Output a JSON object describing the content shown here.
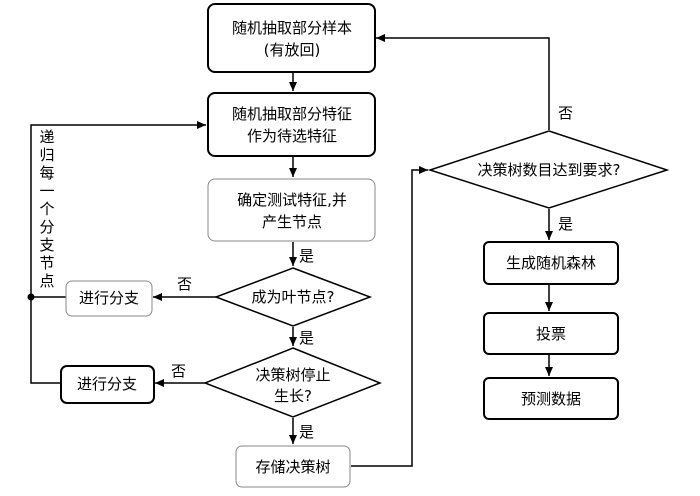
{
  "nodes": {
    "sample_line1": "随机抽取部分样本",
    "sample_line2": "(有放回)",
    "feature_line1": "随机抽取部分特征",
    "feature_line2": "作为待选特征",
    "test_line1": "确定测试特征,并",
    "test_line2": "产生节点",
    "leaf_decision": "成为叶节点?",
    "branch1": "进行分支",
    "stop_line1": "决策树停止",
    "stop_line2": "生长?",
    "branch2": "进行分支",
    "store": "存储决策树",
    "count_decision": "决策树数目达到要求?",
    "forest": "生成随机森林",
    "vote": "投票",
    "predict": "预测数据"
  },
  "labels": {
    "yes": "是",
    "no": "否",
    "recursive": [
      "递",
      "归",
      "每",
      "一",
      "个",
      "分",
      "支",
      "节",
      "点"
    ]
  }
}
